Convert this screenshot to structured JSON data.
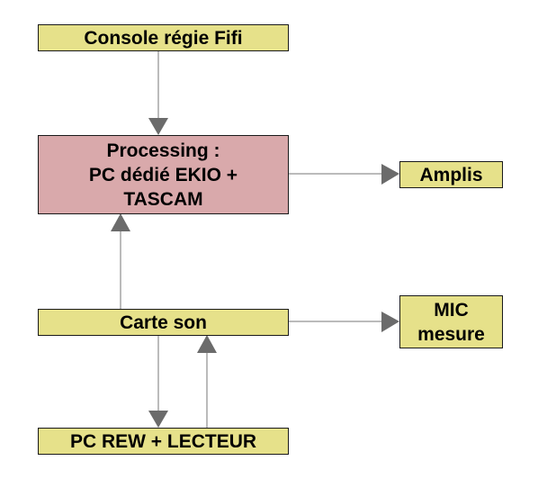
{
  "diagram": {
    "type": "flowchart",
    "colors": {
      "io_box_fill": "#e6e18a",
      "processing_box_fill": "#d9a9ab",
      "connector": "#777777",
      "border": "#1a1a1a"
    },
    "nodes": {
      "console": {
        "label": "Console régie Fifi"
      },
      "processing": {
        "line1": "Processing :",
        "line2": "PC dédié EKIO +",
        "line3": "TASCAM"
      },
      "amplis": {
        "label": "Amplis"
      },
      "carte_son": {
        "label": "Carte son"
      },
      "mic": {
        "line1": "MIC",
        "line2": "mesure"
      },
      "pc_rew": {
        "label": "PC REW + LECTEUR"
      }
    },
    "edges": [
      {
        "from": "Console régie Fifi",
        "to": "Processing"
      },
      {
        "from": "Processing",
        "to": "Amplis"
      },
      {
        "from": "Carte son",
        "to": "Processing"
      },
      {
        "from": "Carte son",
        "to": "MIC mesure"
      },
      {
        "from": "Carte son",
        "to": "PC REW + LECTEUR"
      },
      {
        "from": "PC REW + LECTEUR",
        "to": "Carte son"
      }
    ]
  }
}
